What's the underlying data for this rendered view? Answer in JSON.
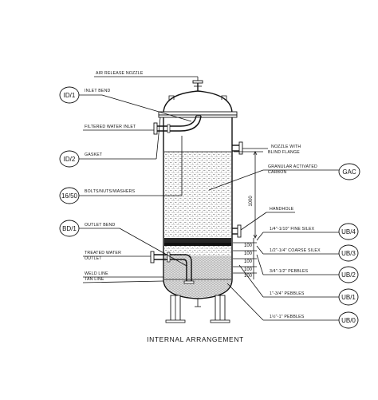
{
  "title": "INTERNAL ARRANGEMENT",
  "labels": {
    "air_release_nozzle": "AIR RELEASE NOZZLE",
    "inlet_bend": "INLET BEND",
    "filtered_water_inlet": "FILTERED WATER INLET",
    "gasket": "GASKET",
    "bolts": "BOLTS/NUTS/WASHERS",
    "outlet_bend": "OUTLET BEND",
    "treated_water_outlet_1": "TREATED WATER",
    "treated_water_outlet_2": "OUTLET",
    "weld_line": "WELD LINE",
    "tan_line": "TAN LINE",
    "nozzle_blind_1": "NOZZLE WITH",
    "nozzle_blind_2": "BLIND FLANGE",
    "gac_1": "GRANULAR ACTIVATED",
    "gac_2": "CARBON",
    "handhole": "HANDHOLE",
    "fine_silex": "1/4\"-1/10\" FINE SILEX",
    "coarse_silex": "1/2\"-1/4\" COARSE SILEX",
    "pebbles_3": "3/4\"-1/2\" PEBBLES",
    "pebbles_2": "1\"-3/4\" PEBBLES",
    "pebbles_1": "1½\"-1\" PEBBLES"
  },
  "bubbles": {
    "id1": "ID/1",
    "id2": "ID/2",
    "n1650": "16/50",
    "bd1": "BD/1",
    "gac": "GAC",
    "ub4": "UB/4",
    "ub3": "UB/3",
    "ub2": "UB/2",
    "ub1": "UB/1",
    "ub0": "UB/0"
  },
  "dimensions": {
    "bed_height": "1000",
    "d1": "100",
    "d2": "100",
    "d3": "100",
    "d4": "100",
    "d5": "100"
  }
}
